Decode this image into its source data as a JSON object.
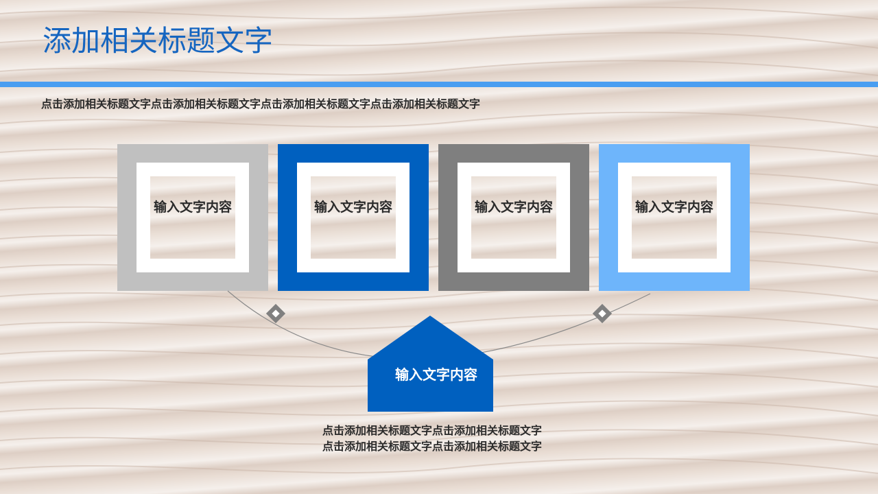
{
  "title": "添加相关标题文字",
  "subtitle": "点击添加相关标题文字点击添加相关标题文字点击添加相关标题文字点击添加相关标题文字",
  "boxes": [
    {
      "label": "输入文字内容",
      "color": "#c0c0c0"
    },
    {
      "label": "输入文字内容",
      "color": "#0060bf"
    },
    {
      "label": "输入文字内容",
      "color": "#7f7f7f"
    },
    {
      "label": "输入文字内容",
      "color": "#6eb5fb"
    }
  ],
  "center": {
    "label": "输入文字内容",
    "color": "#0060bf"
  },
  "notes": [
    "点击添加相关标题文字点击添加相关标题文字",
    "点击添加相关标题文字点击添加相关标题文字"
  ],
  "colors": {
    "title": "#1565c0",
    "rule": "#4a9ef1",
    "connector": "#8a8a8a"
  }
}
